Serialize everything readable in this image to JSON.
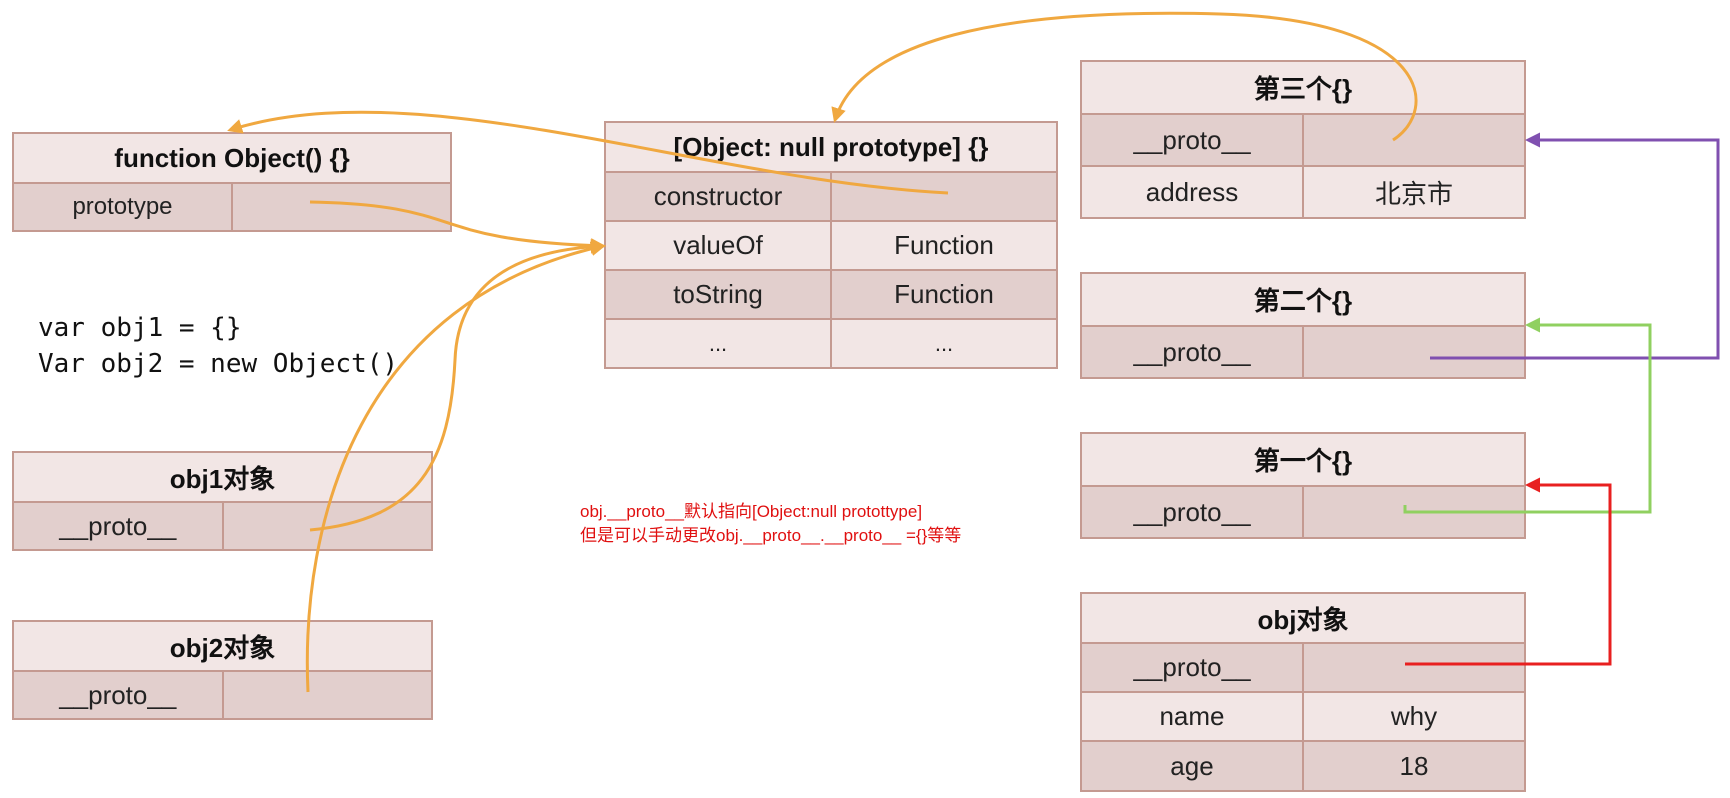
{
  "boxes": {
    "func_object": {
      "title": "function Object() {}",
      "rows": [
        {
          "key": "prototype",
          "value": ""
        }
      ]
    },
    "null_proto": {
      "title": "[Object: null prototype] {}",
      "rows": [
        {
          "key": "constructor",
          "value": ""
        },
        {
          "key": "valueOf",
          "value": "Function"
        },
        {
          "key": "toString",
          "value": "Function"
        },
        {
          "key": "...",
          "value": "..."
        }
      ]
    },
    "obj1": {
      "title": "obj1对象",
      "rows": [
        {
          "key": "__proto__",
          "value": ""
        }
      ]
    },
    "obj2": {
      "title": "obj2对象",
      "rows": [
        {
          "key": "__proto__",
          "value": ""
        }
      ]
    },
    "third": {
      "title": "第三个{}",
      "rows": [
        {
          "key": "__proto__",
          "value": ""
        },
        {
          "key": "address",
          "value": "北京市"
        }
      ]
    },
    "second": {
      "title": "第二个{}",
      "rows": [
        {
          "key": "__proto__",
          "value": ""
        }
      ]
    },
    "first": {
      "title": "第一个{}",
      "rows": [
        {
          "key": "__proto__",
          "value": ""
        }
      ]
    },
    "obj": {
      "title": "obj对象",
      "rows": [
        {
          "key": "__proto__",
          "value": ""
        },
        {
          "key": "name",
          "value": "why"
        },
        {
          "key": "age",
          "value": "18"
        }
      ]
    }
  },
  "code": {
    "line1": "var obj1 = {}",
    "line2": "Var obj2 = new Object()"
  },
  "note": {
    "line1": "obj.__proto__默认指向[Object:null protottype]",
    "line2": "但是可以手动更改obj.__proto__.__proto__ ={}等等"
  },
  "colors": {
    "orange": "#f0a840",
    "purple": "#8050b0",
    "green": "#90d060",
    "red": "#e82020",
    "border": "#c49a91",
    "cell_dark": "#e2cfcd",
    "cell_light": "#f2e6e5",
    "note_text": "#e01010"
  }
}
